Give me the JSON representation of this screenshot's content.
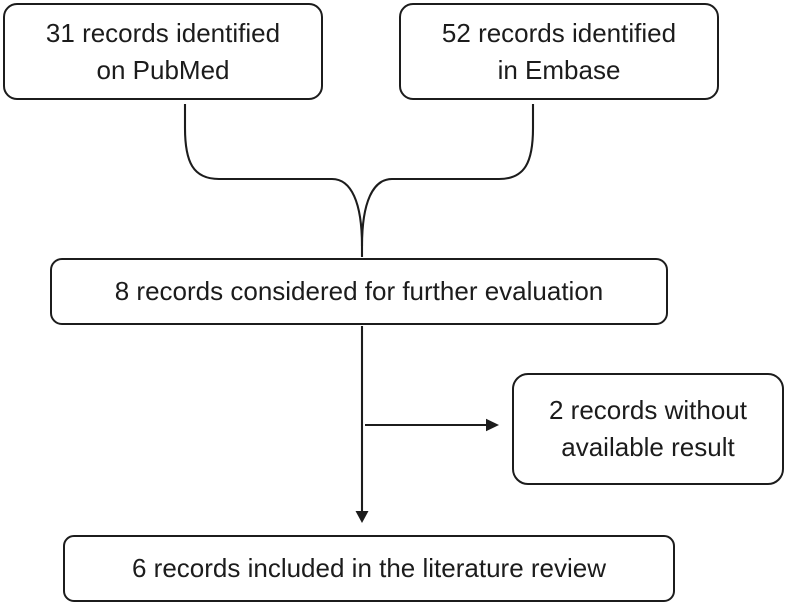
{
  "diagram": {
    "type": "flowchart",
    "background_color": "#ffffff",
    "ink_color": "#1c1c1c",
    "nodes": {
      "pubmed": {
        "count": 31,
        "label": "31 records identified\non PubMed"
      },
      "embase": {
        "count": 52,
        "label": "52 records identified\nin Embase"
      },
      "evaluation": {
        "count": 8,
        "label": "8 records considered for further evaluation"
      },
      "excluded": {
        "count": 2,
        "label": "2 records without\navailable result"
      },
      "included": {
        "count": 6,
        "label": "6 records included in the literature review"
      }
    },
    "edges": [
      {
        "from": "pubmed",
        "to": "evaluation",
        "style": "curved-merge",
        "arrowhead": false
      },
      {
        "from": "embase",
        "to": "evaluation",
        "style": "curved-merge",
        "arrowhead": false
      },
      {
        "from": "evaluation",
        "to": "excluded",
        "style": "straight",
        "arrowhead": true
      },
      {
        "from": "evaluation",
        "to": "included",
        "style": "straight",
        "arrowhead": true
      }
    ]
  }
}
